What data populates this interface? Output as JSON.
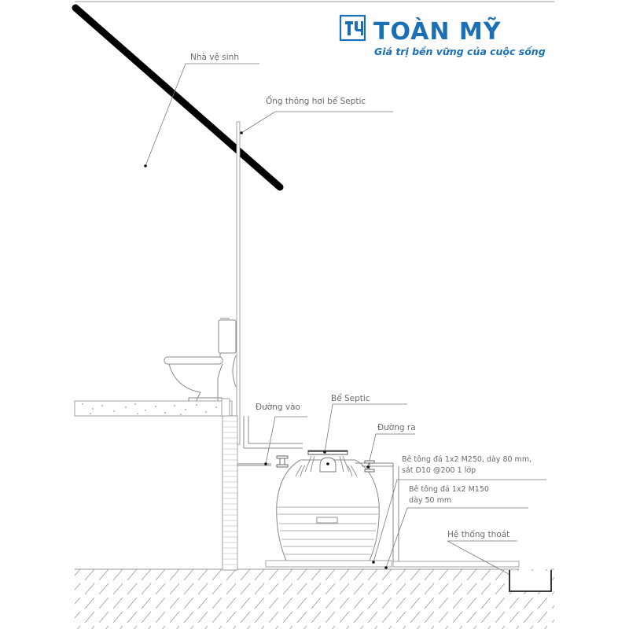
{
  "brand": {
    "name": "TOÀN MỸ",
    "slogan": "Giá trị bền vững của cuộc sống",
    "logo_icon": "tm-logo-icon",
    "color": "#1a6fb5"
  },
  "labels": {
    "restroom": "Nhà vệ sinh",
    "vent_pipe": "Ống thông hơi bể Septic",
    "septic_tank": "Bể Septic",
    "inlet": "Đường vào",
    "outlet": "Đường ra",
    "top_slab_line1": "Bê tông đá 1x2 M250, dày 80 mm,",
    "top_slab_line2": "sắt D10 @200 1 lớp",
    "base_slab_line1": "Bê tông đá 1x2 M150",
    "base_slab_line2": "dày 50 mm",
    "drainage": "Hệ thống thoát"
  },
  "colors": {
    "line": "#8a8a8a",
    "roof": "#000000",
    "label_text": "#6a6a6a"
  }
}
